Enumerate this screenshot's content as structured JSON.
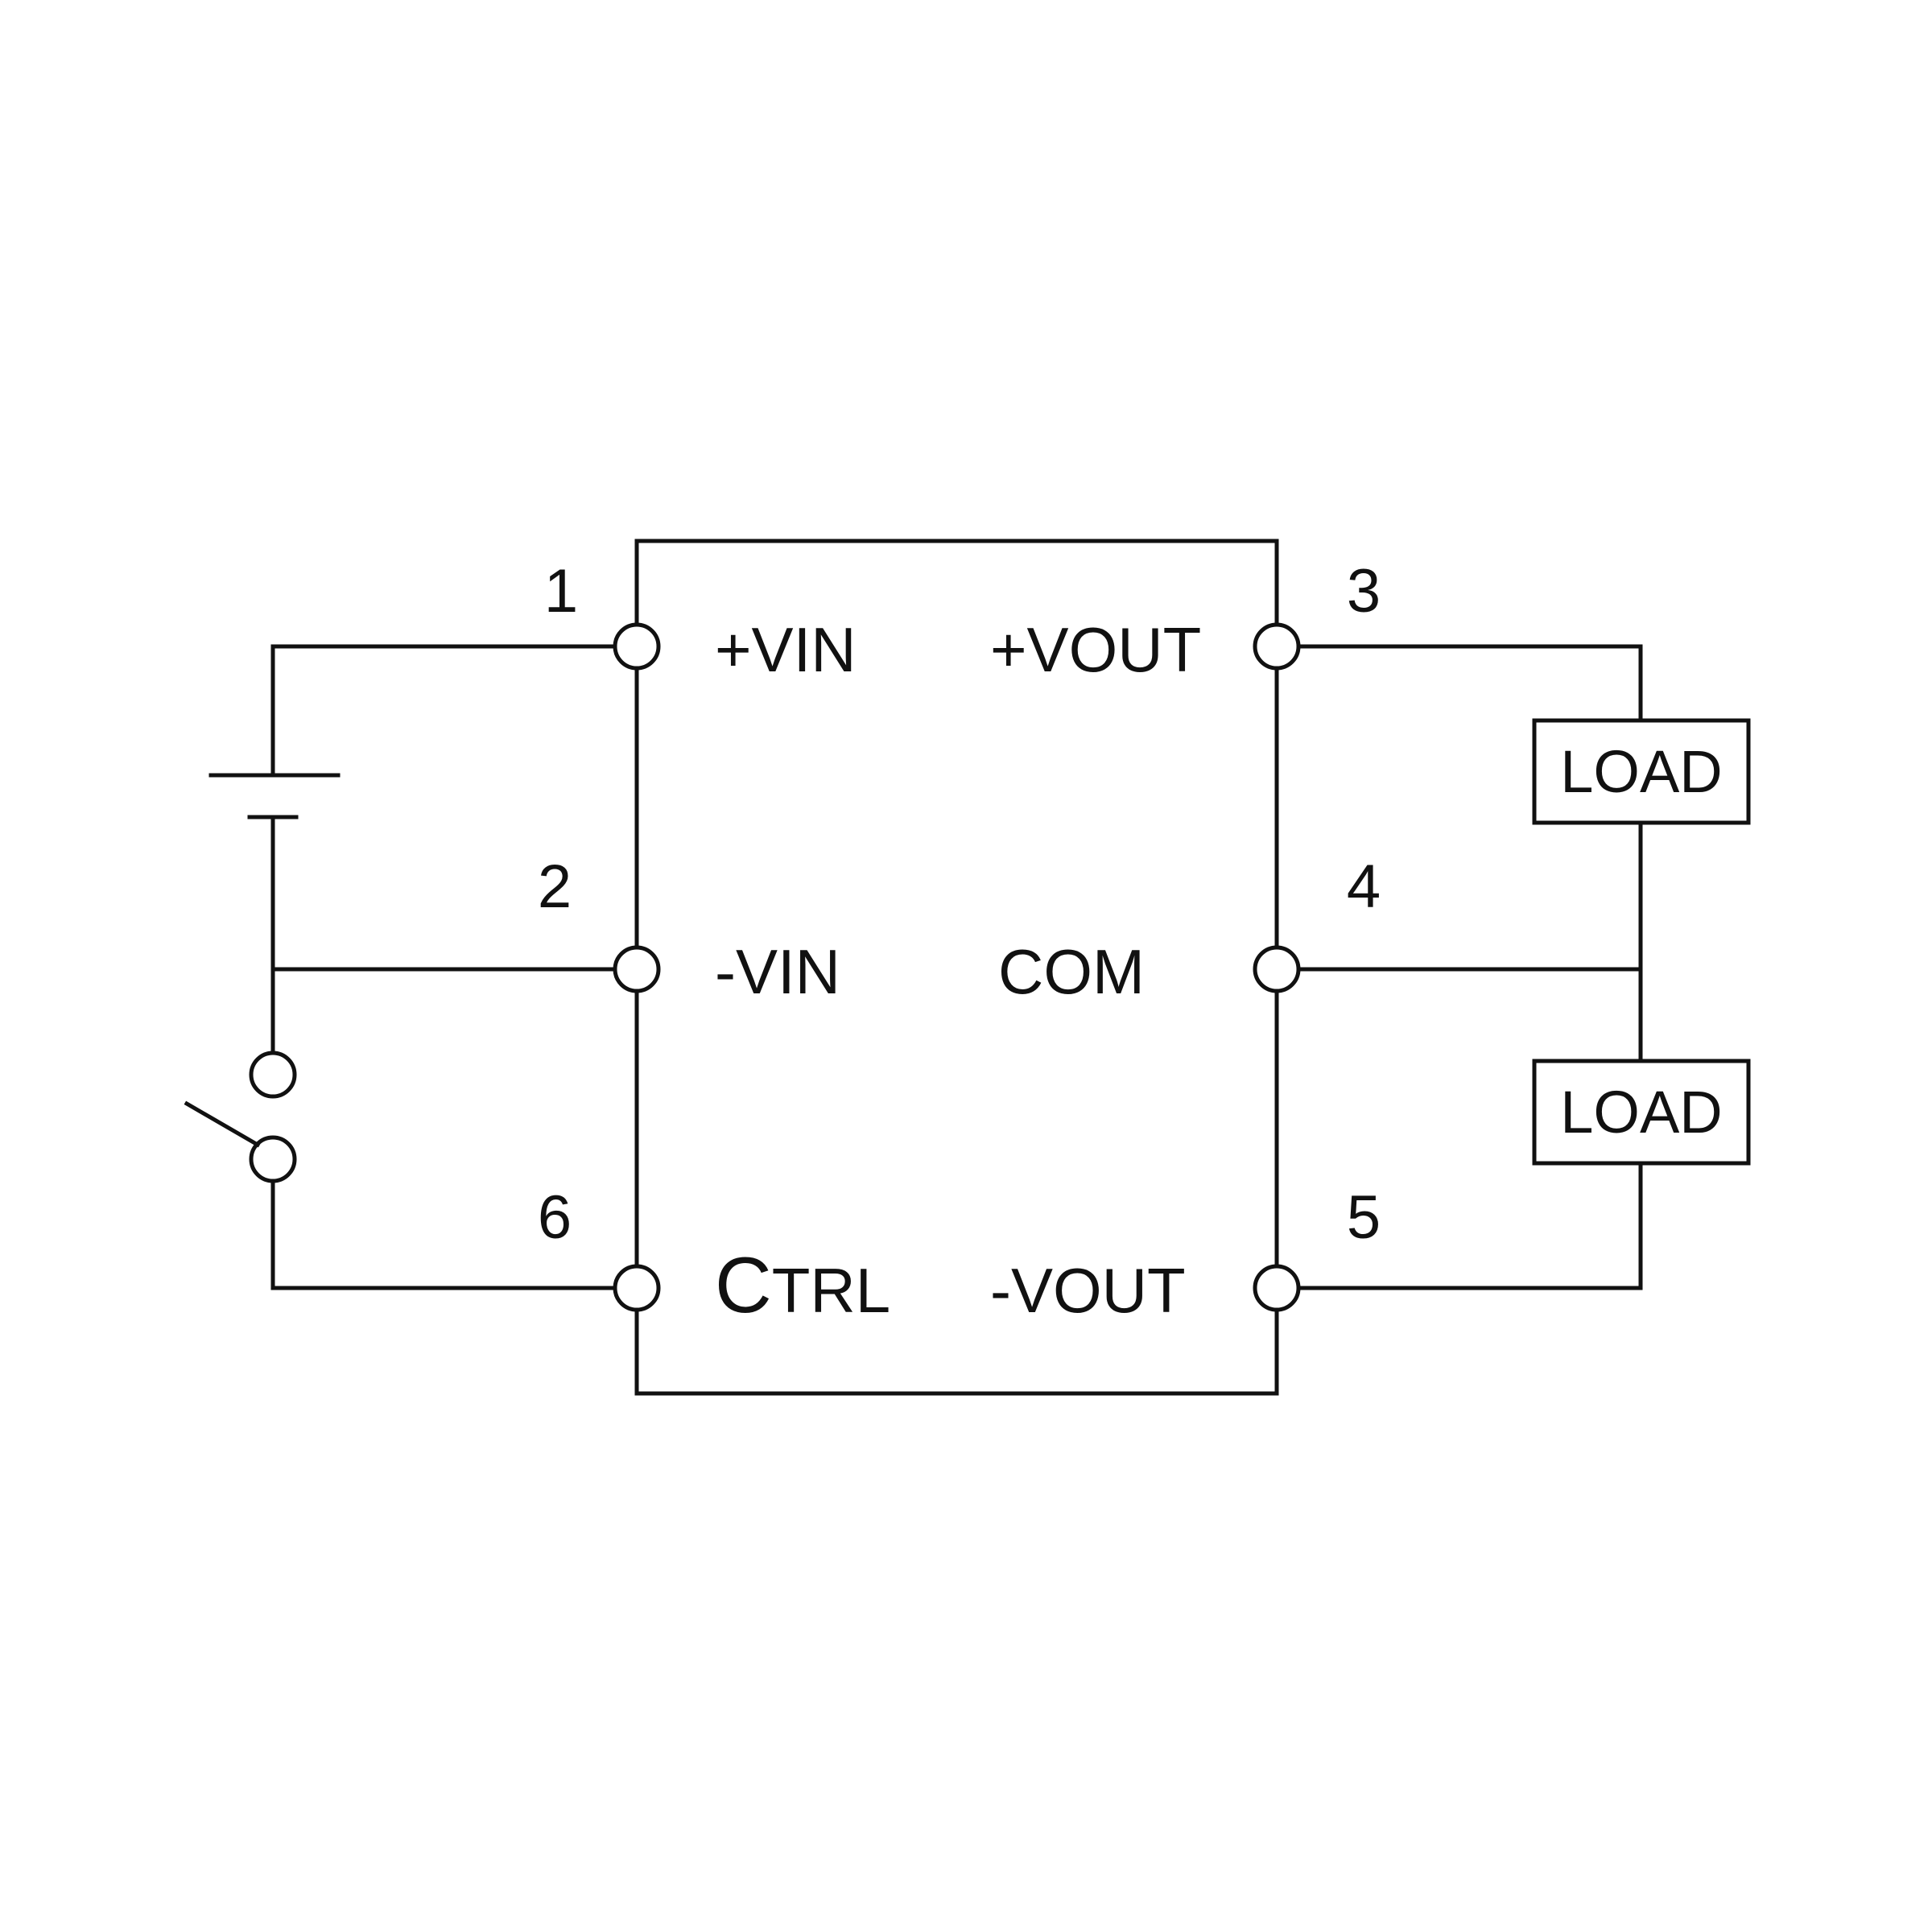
{
  "pins": {
    "vin_pos": {
      "number": "1",
      "name": "+VIN"
    },
    "vin_neg": {
      "number": "2",
      "name": "-VIN"
    },
    "ctrl": {
      "number": "6",
      "name_first": "C",
      "name_rest": "TRL"
    },
    "vout_pos": {
      "number": "3",
      "name": "+VOUT"
    },
    "com": {
      "number": "4",
      "name": "COM"
    },
    "vout_neg": {
      "number": "5",
      "name": "-VOUT"
    }
  },
  "loads": {
    "upper": "LOAD",
    "lower": "LOAD"
  },
  "colors": {
    "line": "#111111",
    "background": "#ffffff"
  }
}
